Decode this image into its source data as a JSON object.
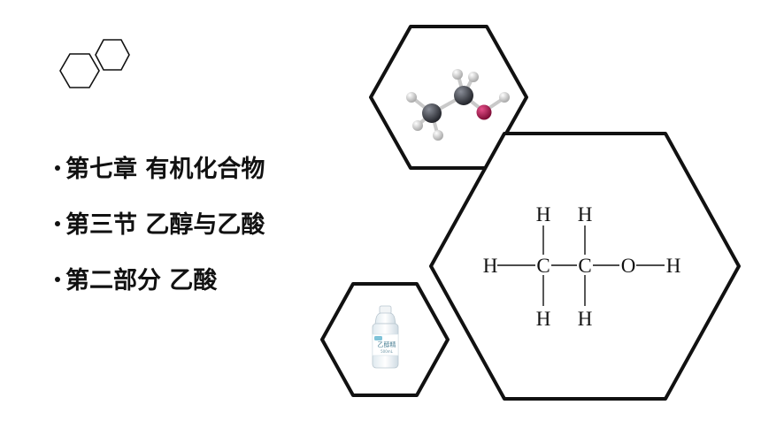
{
  "outline": {
    "items": [
      {
        "label": "第七章 有机化合物"
      },
      {
        "label": "第三节 乙醇与乙酸"
      },
      {
        "label": "第二部分 乙酸"
      }
    ]
  },
  "formula": {
    "atoms": {
      "h_top_1": "H",
      "h_top_2": "H",
      "h_left": "H",
      "c1": "C",
      "c2": "C",
      "o": "O",
      "h_right": "H",
      "h_bottom_1": "H",
      "h_bottom_2": "H"
    }
  },
  "bottle": {
    "label": "乙醇精",
    "sublabel": "500mL"
  },
  "colors": {
    "hex_stroke": "#111111",
    "carbon": "#3a3d45",
    "hydrogen": "#e4e4e4",
    "oxygen": "#b0154e",
    "bottle_label": "#7fc3d8"
  }
}
